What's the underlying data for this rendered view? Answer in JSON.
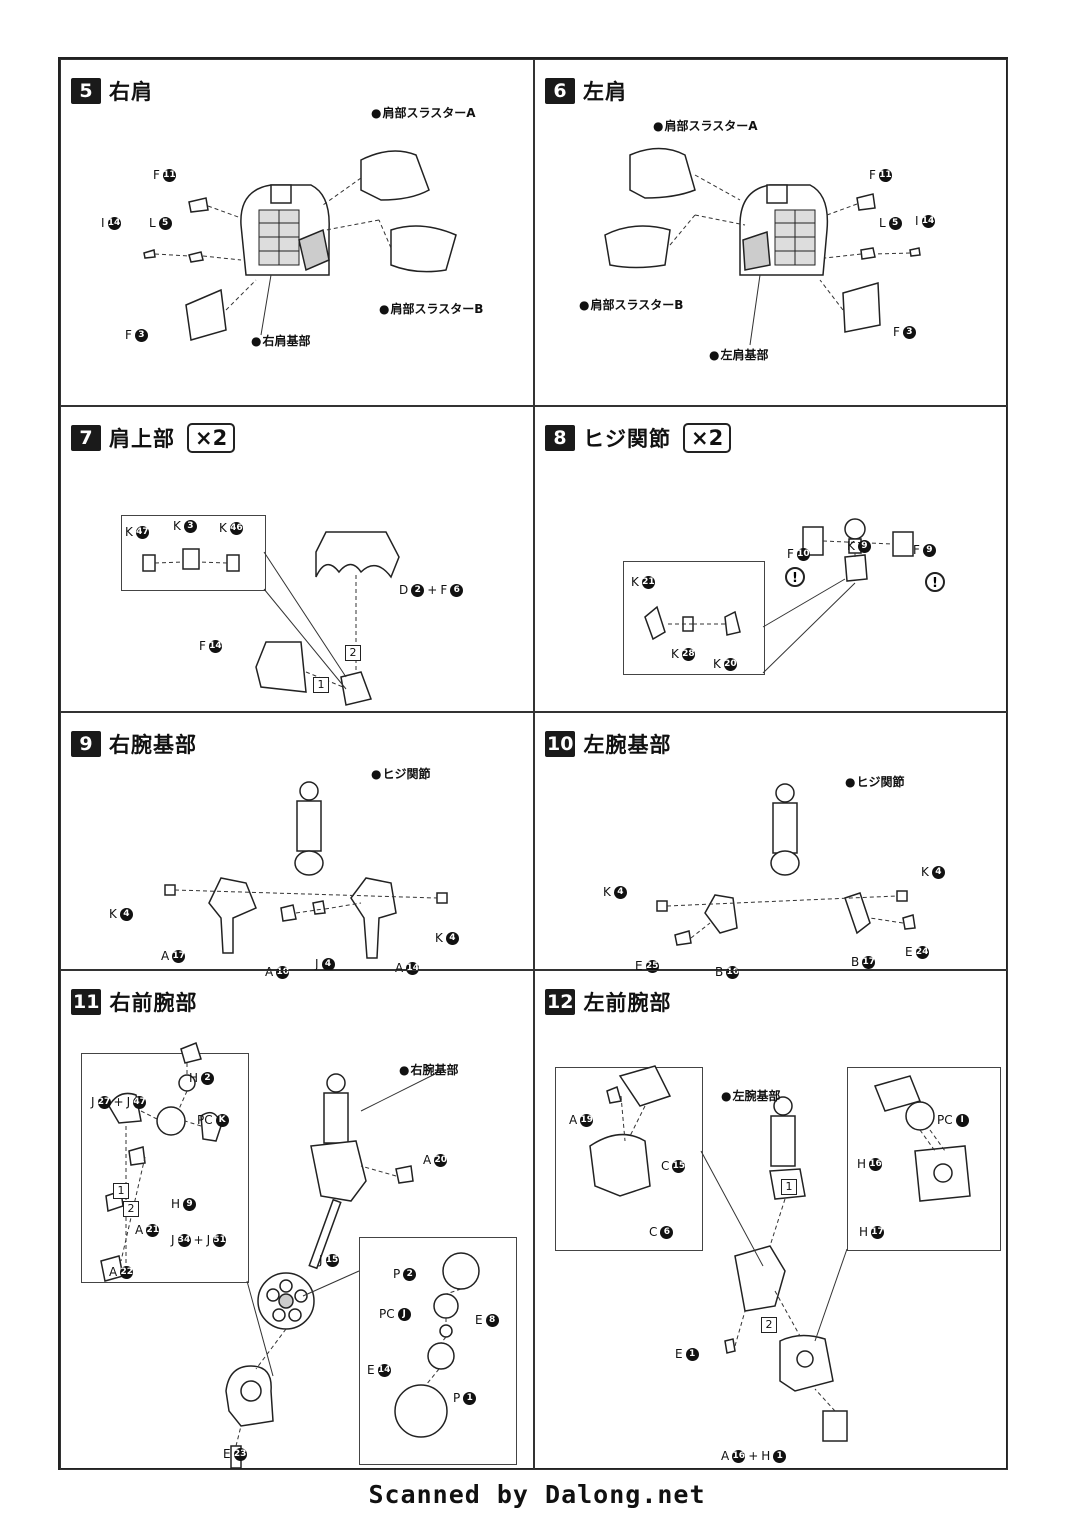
{
  "footer": "Scanned by Dalong.net",
  "panels": [
    {
      "num": "5",
      "title": "右肩",
      "x2": "",
      "subs": [
        "肩部スラスターA",
        "肩部スラスターB",
        "右肩基部"
      ],
      "parts": [
        {
          "l": "F",
          "n": "11"
        },
        {
          "l": "I",
          "n": "14"
        },
        {
          "l": "L",
          "n": "5"
        },
        {
          "l": "F",
          "n": "3"
        }
      ]
    },
    {
      "num": "6",
      "title": "左肩",
      "x2": "",
      "subs": [
        "肩部スラスターA",
        "肩部スラスターB",
        "左肩基部"
      ],
      "parts": [
        {
          "l": "F",
          "n": "11"
        },
        {
          "l": "L",
          "n": "5"
        },
        {
          "l": "I",
          "n": "14"
        },
        {
          "l": "F",
          "n": "3"
        }
      ]
    },
    {
      "num": "7",
      "title": "肩上部",
      "x2": "×2",
      "subs": [],
      "parts": [
        {
          "l": "K",
          "n": "47"
        },
        {
          "l": "K",
          "n": "3"
        },
        {
          "l": "K",
          "n": "46"
        },
        {
          "l": "D",
          "n": "2",
          "plus": "F",
          "n2": "6"
        },
        {
          "l": "F",
          "n": "14"
        }
      ],
      "steps": [
        "1",
        "2"
      ]
    },
    {
      "num": "8",
      "title": "ヒジ関節",
      "x2": "×2",
      "subs": [],
      "parts": [
        {
          "l": "F",
          "n": "10"
        },
        {
          "l": "K",
          "n": "9"
        },
        {
          "l": "F",
          "n": "9"
        },
        {
          "l": "K",
          "n": "21"
        },
        {
          "l": "K",
          "n": "28"
        },
        {
          "l": "K",
          "n": "20"
        }
      ]
    },
    {
      "num": "9",
      "title": "右腕基部",
      "x2": "",
      "subs": [
        "ヒジ関節"
      ],
      "parts": [
        {
          "l": "K",
          "n": "4"
        },
        {
          "l": "A",
          "n": "17"
        },
        {
          "l": "A",
          "n": "10"
        },
        {
          "l": "J",
          "n": "4"
        },
        {
          "l": "A",
          "n": "14"
        },
        {
          "l": "K",
          "n": "4"
        }
      ]
    },
    {
      "num": "10",
      "title": "左腕基部",
      "x2": "",
      "subs": [
        "ヒジ関節"
      ],
      "parts": [
        {
          "l": "K",
          "n": "4"
        },
        {
          "l": "E",
          "n": "25"
        },
        {
          "l": "B",
          "n": "16"
        },
        {
          "l": "B",
          "n": "17"
        },
        {
          "l": "E",
          "n": "24"
        },
        {
          "l": "K",
          "n": "4"
        }
      ]
    },
    {
      "num": "11",
      "title": "右前腕部",
      "x2": "",
      "subs": [
        "右腕基部"
      ],
      "parts": [
        {
          "l": "H",
          "n": "2"
        },
        {
          "l": "J",
          "n": "27",
          "plus": "J",
          "n2": "47"
        },
        {
          "l": "PC",
          "n": "K"
        },
        {
          "l": "H",
          "n": "9"
        },
        {
          "l": "A",
          "n": "21"
        },
        {
          "l": "J",
          "n": "34",
          "plus": "J",
          "n2": "51"
        },
        {
          "l": "A",
          "n": "22"
        },
        {
          "l": "A",
          "n": "20"
        },
        {
          "l": "J",
          "n": "15"
        },
        {
          "l": "P",
          "n": "2"
        },
        {
          "l": "PC",
          "n": "J"
        },
        {
          "l": "E",
          "n": "8"
        },
        {
          "l": "E",
          "n": "14"
        },
        {
          "l": "P",
          "n": "1"
        },
        {
          "l": "E",
          "n": "23"
        }
      ],
      "steps": [
        "1",
        "2"
      ]
    },
    {
      "num": "12",
      "title": "左前腕部",
      "x2": "",
      "subs": [
        "左腕基部"
      ],
      "parts": [
        {
          "l": "A",
          "n": "19"
        },
        {
          "l": "C",
          "n": "15"
        },
        {
          "l": "C",
          "n": "6"
        },
        {
          "l": "PC",
          "n": "I"
        },
        {
          "l": "H",
          "n": "16"
        },
        {
          "l": "H",
          "n": "17"
        },
        {
          "l": "E",
          "n": "1"
        },
        {
          "l": "A",
          "n": "16",
          "plus": "H",
          "n2": "1"
        }
      ],
      "steps": [
        "1",
        "2"
      ]
    }
  ]
}
